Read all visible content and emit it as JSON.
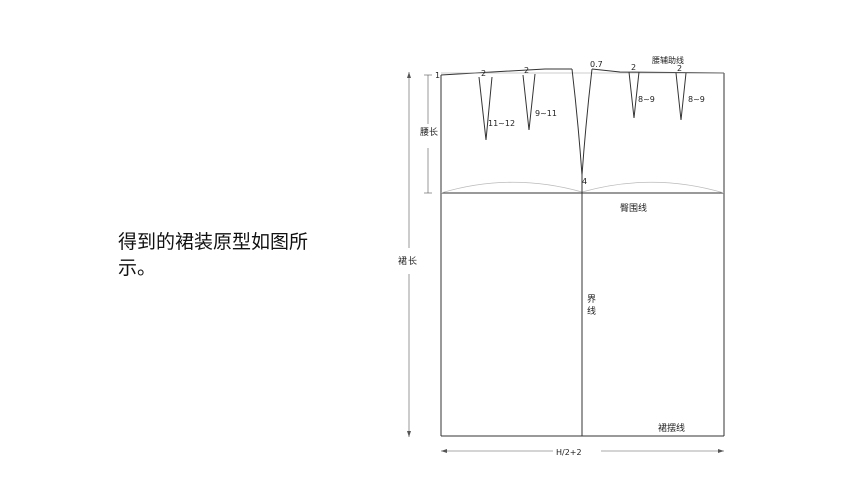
{
  "slide": {
    "caption": "得到的裙装原型如图所示。"
  },
  "diagram": {
    "labels": {
      "waist_aux_line": "腰辅助线",
      "hip_line": "臀围线",
      "side_line_top": "界",
      "side_line_bottom": "线",
      "hem_line": "裙摆线",
      "hip_depth_top": "腰",
      "hip_depth_bottom": "长",
      "skirt_length_top": "裙",
      "skirt_length_bottom": "长",
      "width_formula": "H/2+2",
      "corner_one": "1",
      "dart_offset_1": "2",
      "dart_offset_2": "2",
      "side_raise": "0.7",
      "dart_offset_3": "2",
      "dart_offset_4": "2",
      "side_depth": "4",
      "dart_len_1": "11~12",
      "dart_len_2": "9~11",
      "dart_len_3": "8~9",
      "dart_len_4": "8~9"
    },
    "line_color": "#333333",
    "curve_color": "#bbbbbb"
  }
}
